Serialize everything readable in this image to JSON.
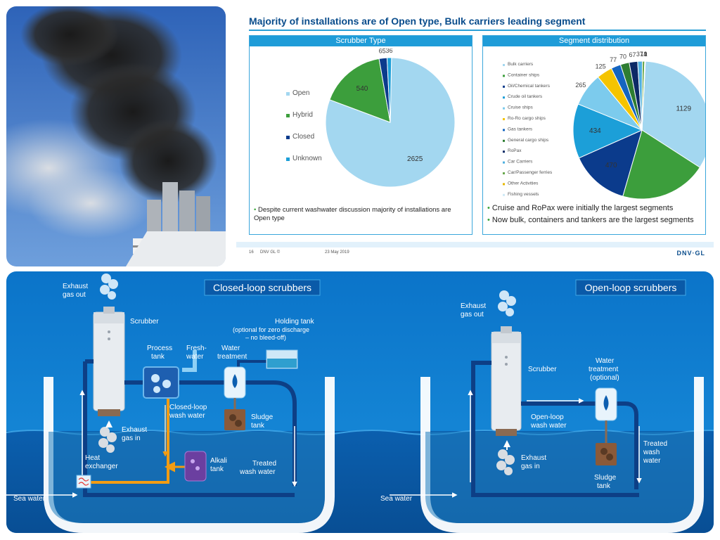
{
  "slide": {
    "title": "Majority of installations are of Open type, Bulk carriers leading segment",
    "footer_page": "16",
    "footer_org": "DNV GL ©",
    "footer_date": "23 May 2019",
    "brand": "DNV·GL",
    "colors": {
      "accent": "#1f9cd8",
      "title": "#0a4d8c"
    }
  },
  "scrubber_type": {
    "header": "Scrubber Type",
    "bullet": "Despite current washwater discussion majority of installations are Open type",
    "chart_data": {
      "type": "pie",
      "categories": [
        "Open",
        "Hybrid",
        "Closed",
        "Unknown"
      ],
      "values": [
        2625,
        540,
        65,
        36
      ],
      "value_labels": [
        "2625",
        "540",
        "65",
        "36"
      ],
      "colors": [
        "#a3d7f0",
        "#3c9e3c",
        "#0b3b8c",
        "#1c9fd8"
      ],
      "legend_position": "left"
    }
  },
  "segment_distribution": {
    "header": "Segment distribution",
    "bullets": [
      "Cruise and RoPax were initially the largest segments",
      "Now bulk, containers and tankers are the largest segments"
    ],
    "chart_data": {
      "type": "pie",
      "categories": [
        "Bulk carriers",
        "Container ships",
        "Oil/Chemical tankers",
        "Crude oil tankers",
        "Cruise ships",
        "Ro-Ro cargo ships",
        "Gas tankers",
        "General cargo ships",
        "RoPax",
        "Car Carriers",
        "Car/Passenger ferries",
        "Other Activities",
        "Fishing vessels"
      ],
      "values": [
        1129,
        690,
        470,
        434,
        265,
        125,
        77,
        70,
        67,
        37,
        19,
        4,
        1
      ],
      "value_labels": [
        "1129",
        "",
        "470",
        "434",
        "265",
        "125",
        "77",
        "70",
        "67",
        "37",
        "19",
        "4",
        "1"
      ],
      "colors": [
        "#a3d7f0",
        "#3c9e3c",
        "#0b3b8c",
        "#1c9fd8",
        "#7ccbed",
        "#f5c400",
        "#1565c0",
        "#2e7d32",
        "#0d2a66",
        "#4fb0e0",
        "#6aa84f",
        "#e6b800",
        "#cfe9f7"
      ],
      "legend_position": "left"
    }
  },
  "closed_loop": {
    "title": "Closed-loop scrubbers",
    "labels": {
      "exhaust_out": [
        "Exhaust",
        "gas out"
      ],
      "scrubber": "Scrubber",
      "process_tank": [
        "Process",
        "tank"
      ],
      "fresh_water": [
        "Fresh-",
        "water"
      ],
      "water_treatment": [
        "Water",
        "treatment"
      ],
      "holding_tank": [
        "Holding tank",
        "(optional for zero discharge",
        "– no bleed-off)"
      ],
      "closed_loop_wash": [
        "Closed-loop",
        "wash water"
      ],
      "sludge_tank": [
        "Sludge",
        "tank"
      ],
      "exhaust_in": [
        "Exhaust",
        "gas in"
      ],
      "heat_exchanger": [
        "Heat",
        "exchanger"
      ],
      "alkali_tank": [
        "Alkali",
        "tank"
      ],
      "treated_wash": [
        "Treated",
        "wash water"
      ],
      "sea_water": "Sea water"
    }
  },
  "open_loop": {
    "title": "Open-loop scrubbers",
    "labels": {
      "exhaust_out": [
        "Exhaust",
        "gas out"
      ],
      "scrubber": "Scrubber",
      "water_treatment": [
        "Water",
        "treatment",
        "(optional)"
      ],
      "open_loop_wash": [
        "Open-loop",
        "wash water"
      ],
      "treated_wash": [
        "Treated",
        "wash",
        "water"
      ],
      "exhaust_in": [
        "Exhaust",
        "gas in"
      ],
      "sludge_tank": [
        "Sludge",
        "tank"
      ],
      "sea_water": "Sea water"
    }
  }
}
